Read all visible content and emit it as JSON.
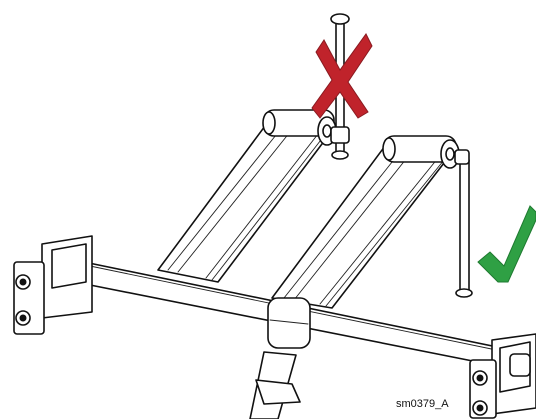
{
  "diagram": {
    "figure_id": "sm0379_A",
    "marks": [
      {
        "type": "cross",
        "meaning": "incorrect",
        "color": "#C0232B"
      },
      {
        "type": "check",
        "meaning": "correct",
        "color": "#2FA044"
      }
    ]
  }
}
